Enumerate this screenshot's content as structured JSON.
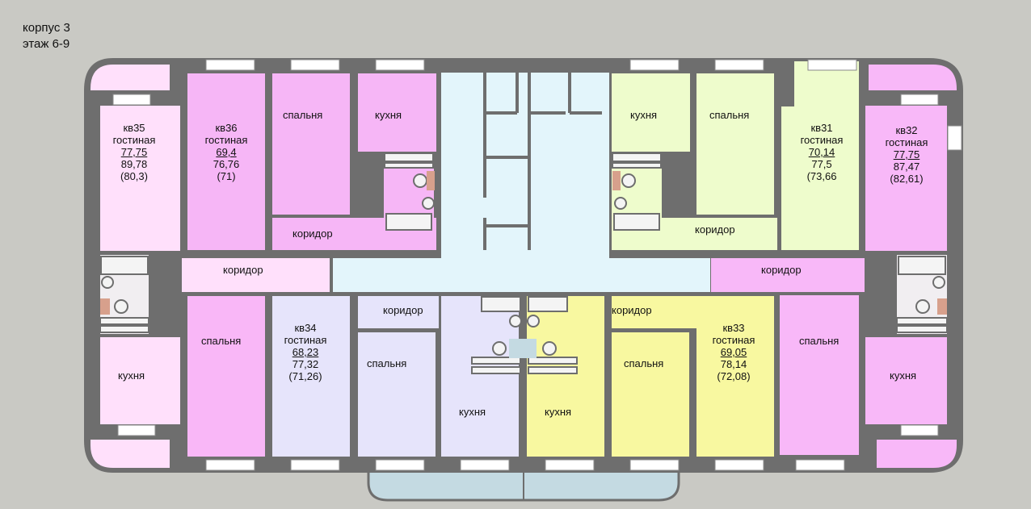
{
  "header": {
    "building": "корпус 3",
    "floor": "этаж 6-9"
  },
  "apartments": {
    "kv35": {
      "name": "кв35",
      "room": "гостиная",
      "living": "77,75",
      "total": "89,78",
      "alt": "(80,3)"
    },
    "kv36": {
      "name": "кв36",
      "room": "гостиная",
      "living": "69,4",
      "total": "76,76",
      "alt": "(71)"
    },
    "kv31": {
      "name": "кв31",
      "room": "гостиная",
      "living": "70,14",
      "total": "77,5",
      "alt": "(73,66"
    },
    "kv32": {
      "name": "кв32",
      "room": "гостиная",
      "living": "77,75",
      "total": "87,47",
      "alt": "(82,61)"
    },
    "kv34": {
      "name": "кв34",
      "room": "гостиная",
      "living": "68,23",
      "total": "77,32",
      "alt": "(71,26)"
    },
    "kv33": {
      "name": "кв33",
      "room": "гостиная",
      "living": "69,05",
      "total": "78,14",
      "alt": "(72,08)"
    }
  },
  "rooms": {
    "spalnya": "спальня",
    "kuhnya": "кухня",
    "koridor": "коридор"
  },
  "colors": {
    "wall": "#6e6e6e",
    "kv35": "#ffe0fb",
    "kv36": "#f6b6f6",
    "kv31": "#eefccc",
    "kv32": "#f8b8f8",
    "kv34": "#e6e4fb",
    "kv33": "#f8f8a0",
    "stair": "#e3f5fb",
    "balcony": "#c4dae2"
  }
}
